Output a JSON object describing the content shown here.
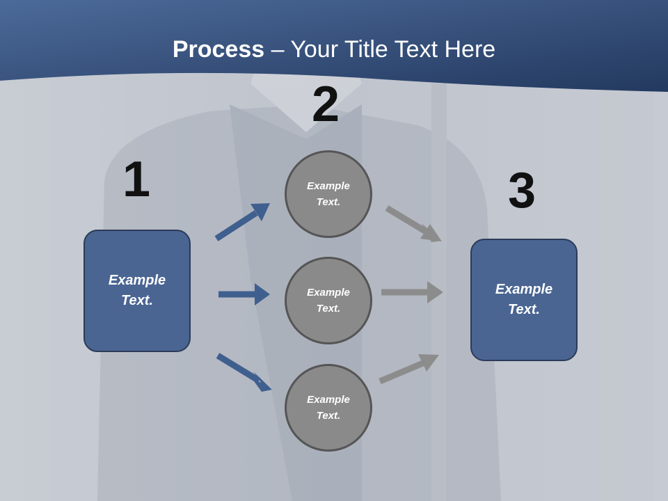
{
  "title": {
    "bold": "Process",
    "rest": " – Your Title Text Here"
  },
  "steps": [
    {
      "number": "1",
      "box_text": "Example Text."
    },
    {
      "number": "2",
      "circle_texts": [
        "Example Text.",
        "Example Text.",
        "Example Text."
      ]
    },
    {
      "number": "3",
      "box_text": "Example Text."
    }
  ],
  "colors": {
    "header": "#3d5a88",
    "box": "#4a6592",
    "circle": "#8a8a8a",
    "arrow_blue": "#3f5f8e",
    "arrow_gray": "#8c8c8c"
  }
}
